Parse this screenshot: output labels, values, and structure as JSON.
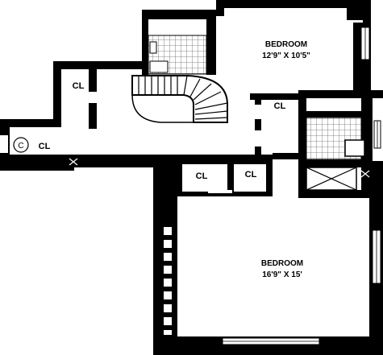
{
  "rooms": {
    "bedroom_upper": {
      "name": "BEDROOM",
      "dimensions": "12'9\" X 10'5\""
    },
    "bedroom_lower": {
      "name": "BEDROOM",
      "dimensions": "16'9\" X 15'"
    }
  },
  "closets": {
    "cl_left": "CL",
    "cl_hall": "CL",
    "cl_upper_right": "CL",
    "cl_center_left": "CL",
    "cl_center_right": "CL"
  },
  "symbols": {
    "circle_label": "C"
  },
  "colors": {
    "wall": "#000000",
    "floor": "#ffffff",
    "tile_grid": "#666666"
  }
}
